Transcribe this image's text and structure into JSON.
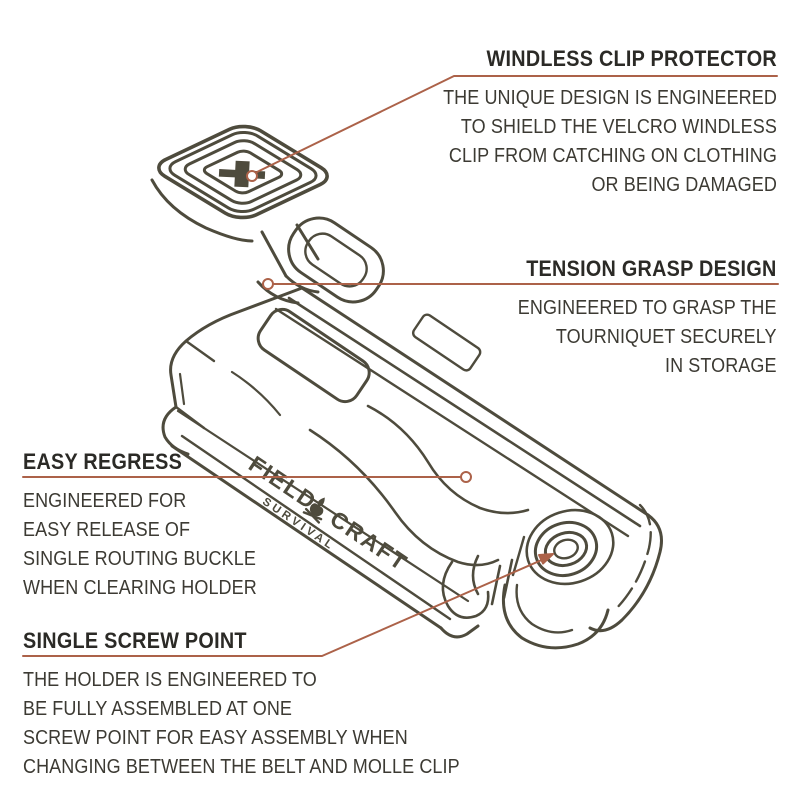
{
  "page": {
    "background": "#ffffff",
    "type": "product-feature-diagram"
  },
  "colors": {
    "line_art": "#4e4b3d",
    "leader": "#ac6249",
    "heading_text": "#2b2a26",
    "body_text": "#3c3a33"
  },
  "icons": {
    "clip_cross": "cross-icon",
    "brand_campfire": "campfire-icon",
    "leader_endpoint": "circle-endpoint-icon",
    "leader_arrow": "arrowhead-icon"
  },
  "product": {
    "brand_word1": "FIELD",
    "brand_word2": "CRAFT",
    "brand_sub": "SURVIVAL"
  },
  "callouts": [
    {
      "id": "windless",
      "title": "WINDLESS CLIP PROTECTOR",
      "align": "right",
      "lines": [
        "THE UNIQUE DESIGN IS ENGINEERED",
        "TO SHIELD THE VELCRO WINDLESS",
        "CLIP FROM CATCHING ON CLOTHING",
        "OR BEING DAMAGED"
      ]
    },
    {
      "id": "tension",
      "title": "TENSION GRASP DESIGN",
      "align": "right",
      "lines": [
        "ENGINEERED TO GRASP THE",
        "TOURNIQUET SECURELY",
        "IN STORAGE"
      ]
    },
    {
      "id": "easy",
      "title": "EASY REGRESS",
      "align": "left",
      "lines": [
        "ENGINEERED FOR",
        "EASY RELEASE OF",
        "SINGLE ROUTING BUCKLE",
        "WHEN CLEARING HOLDER"
      ]
    },
    {
      "id": "screw",
      "title": "SINGLE SCREW POINT",
      "align": "left",
      "lines": [
        "THE HOLDER IS ENGINEERED TO",
        "BE FULLY ASSEMBLED AT ONE",
        "SCREW POINT FOR EASY ASSEMBLY WHEN",
        "CHANGING BETWEEN THE BELT AND MOLLE CLIP"
      ]
    }
  ]
}
